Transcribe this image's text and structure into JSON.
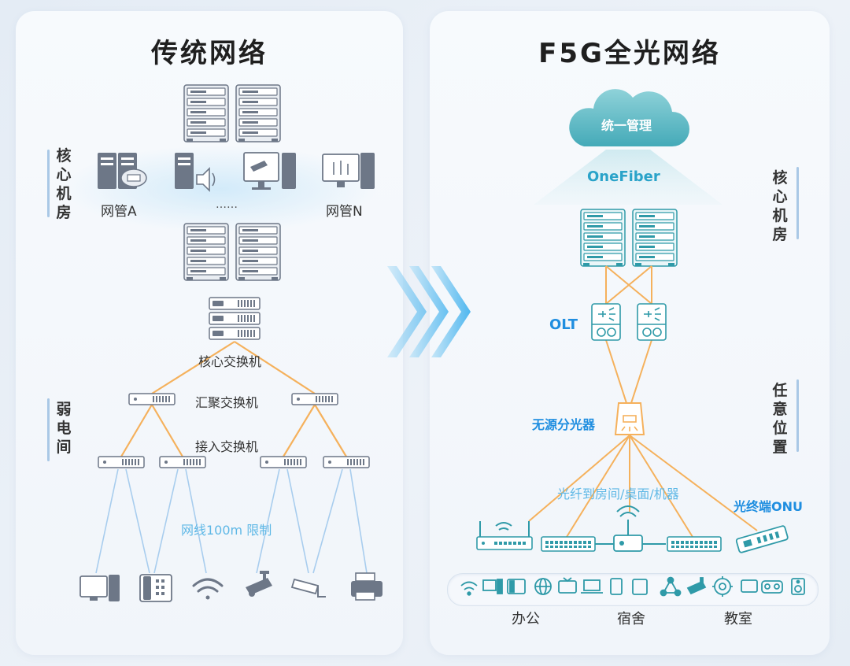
{
  "left": {
    "title": "传统网络",
    "zone_core": "核心机房",
    "zone_weak": "弱电间",
    "mgmt_a": "网管A",
    "mgmt_dots": "……",
    "mgmt_n": "网管N",
    "core_switch": "核心交换机",
    "agg_switch": "汇聚交换机",
    "access_switch": "接入交换机",
    "cable_limit": "网线100m 限制"
  },
  "right": {
    "title": "F5G全光网络",
    "cloud": "统一管理",
    "onefiber": "OneFiber",
    "zone_core": "核心机房",
    "zone_any": "任意位置",
    "olt": "OLT",
    "splitter": "无源分光器",
    "fiber_to": "光纤到房间/桌面/机器",
    "onu": "光终端ONU",
    "places": [
      "办公",
      "宿舍",
      "教室"
    ]
  },
  "colors": {
    "fiber": "#f5b15c",
    "copper": "#a8cdee",
    "accent_blue": "#1f8ee0",
    "device_gray": "#6d7787",
    "teal": "#3aa7b5"
  }
}
